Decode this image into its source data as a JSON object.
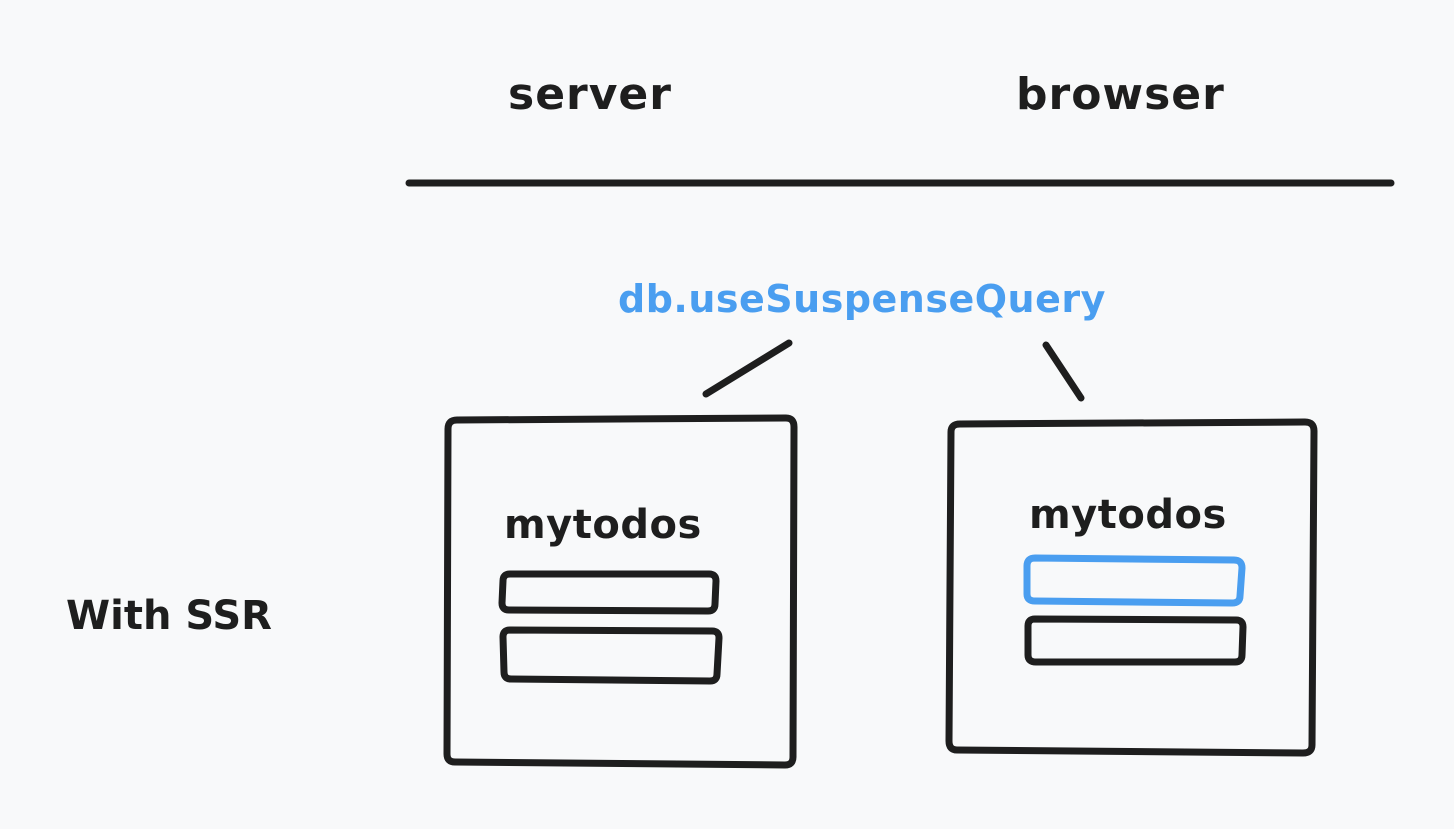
{
  "columns": {
    "server": "server",
    "browser": "browser"
  },
  "hook": {
    "label": "db.useSuspenseQuery"
  },
  "row": {
    "label": "With SSR"
  },
  "server_box": {
    "title": "mytodos",
    "rows": 2
  },
  "browser_box": {
    "title": "mytodos",
    "rows": 2,
    "highlighted_row": 1
  },
  "colors": {
    "ink": "#1e1e1e",
    "accent": "#4a9ef0",
    "background": "#f8f9fa"
  }
}
